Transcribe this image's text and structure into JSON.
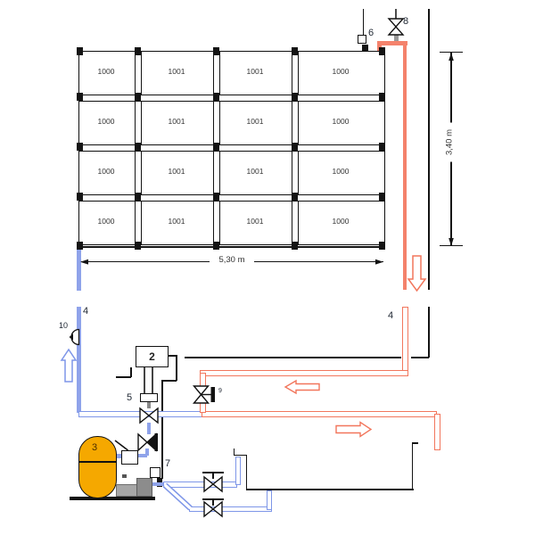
{
  "array": {
    "rows": [
      [
        "1000",
        "1001",
        "1001",
        "1000"
      ],
      [
        "1000",
        "1001",
        "1001",
        "1000"
      ],
      [
        "1000",
        "1001",
        "1001",
        "1000"
      ],
      [
        "1000",
        "1001",
        "1001",
        "1000"
      ]
    ],
    "width_label": "5,30 m",
    "height_label": "3,40 m"
  },
  "components": {
    "controller": "2",
    "tank": "3",
    "pipe_left": "4",
    "pipe_right": "4",
    "valve_actuator": "5",
    "collector_sensor": "6",
    "flow_sensor": "7",
    "air_vent_valve": "8",
    "motor_valve": "9",
    "check_valve": "10"
  },
  "colors": {
    "hot_pipe": "#F2765C",
    "cold_pipe": "#7E96E8",
    "tank": "#F5A800"
  }
}
